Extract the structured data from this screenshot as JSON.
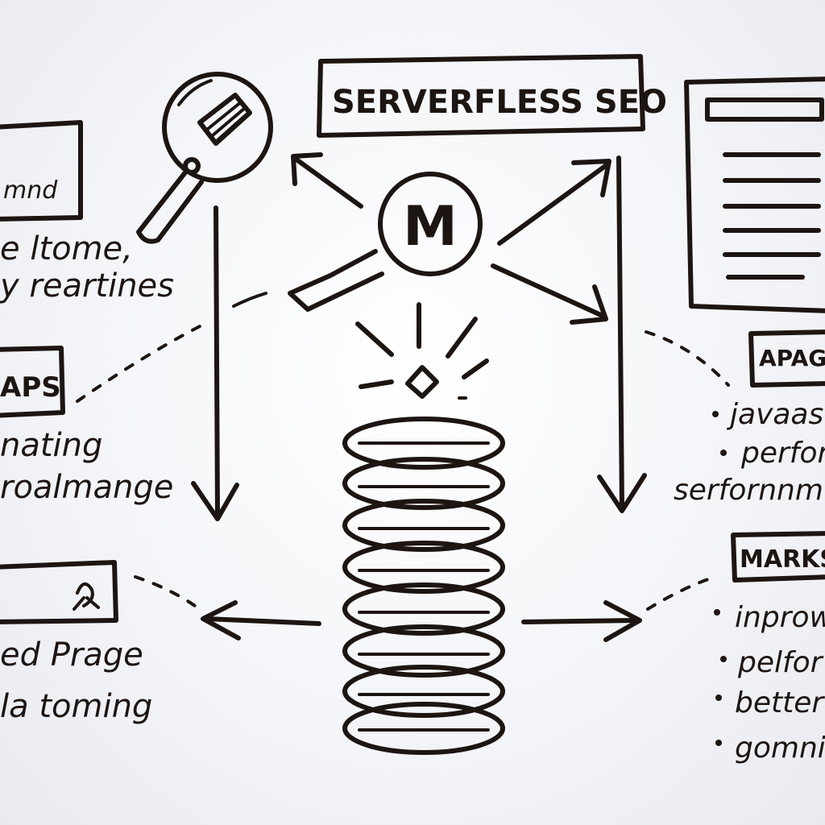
{
  "title": "SERVERFLESS SEO",
  "center_logo": "M",
  "left_panel": {
    "box1_label": "mnd",
    "box1_notes": [
      "e ltome,",
      "y reartines"
    ],
    "box2_label": "APS",
    "box2_notes": [
      "nating",
      "roalmange"
    ],
    "box3_notes": [
      "ed Prage",
      "la toming"
    ]
  },
  "right_panel": {
    "box1_label": "APAG",
    "box1_bullets": [
      "javaas",
      "perfor",
      "serfornnm"
    ],
    "box2_label": "MARKS",
    "box2_bullets": [
      "inprow",
      "pelfor",
      "better",
      "gomnic"
    ]
  },
  "icons": [
    "magnifier-icon",
    "document-icon",
    "server-stack-icon",
    "ribbon-icon"
  ],
  "colors": {
    "ink": "#1d1512",
    "paper": "#f3f4f8"
  }
}
